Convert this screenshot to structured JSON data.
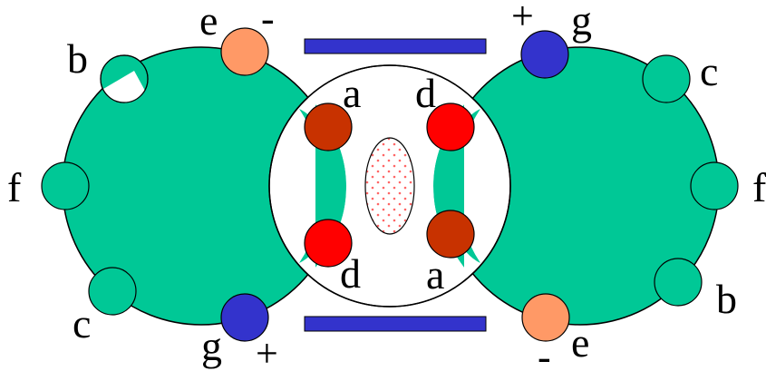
{
  "labels": {
    "left": {
      "a": "a",
      "b": "b",
      "c": "c",
      "d": "d",
      "e": "e",
      "f": "f",
      "g": "g",
      "e_sign": "-",
      "g_sign": "+"
    },
    "right": {
      "a": "a",
      "b": "b",
      "c": "c",
      "d": "d",
      "e": "e",
      "f": "f",
      "g": "g",
      "e_sign": "-",
      "g_sign": "+"
    }
  },
  "colors": {
    "helix_body": "#00c896",
    "site_generic": "#00c896",
    "site_a": "#c83200",
    "site_d": "#ff0000",
    "site_e": "#ff9966",
    "site_g": "#3333cc",
    "bar": "#3333cc",
    "core_dots": "#ff6666"
  }
}
